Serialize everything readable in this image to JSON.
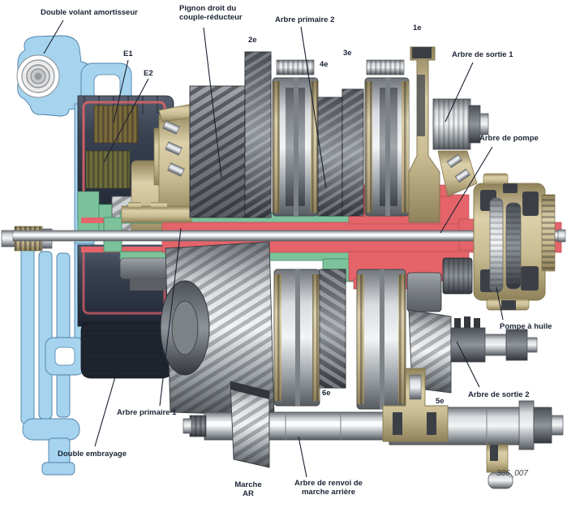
{
  "diagram": {
    "figure_number": "386_007",
    "colors": {
      "label_ink": "#1b2334",
      "housing_blue": "#a6d4ee",
      "housing_blue_stroke": "#4d7fa8",
      "shaft_red": "#e4646a",
      "shaft_red_stroke": "#b54d52",
      "shaft_green": "#7cc29b",
      "shaft_green_stroke": "#3f8663",
      "beige": "#cdbf97",
      "dark_navy": "#2a3140"
    },
    "labels": {
      "double_volant": "Double volant amortisseur",
      "pignon_droit_line1": "Pignon droit du",
      "pignon_droit_line2": "couple-réducteur",
      "arbre_primaire_2": "Arbre primaire 2",
      "e1": "E1",
      "e2": "E2",
      "gear_2e": "2e",
      "gear_4e": "4e",
      "gear_3e": "3e",
      "gear_1e": "1e",
      "arbre_sortie_1": "Arbre de sortie 1",
      "arbre_pompe": "Arbre de pompe",
      "pompe_huile": "Pompe à huile",
      "arbre_sortie_2": "Arbre de sortie 2",
      "gear_5e": "5e",
      "gear_6e": "6e",
      "arbre_primaire_1": "Arbre primaire 1",
      "double_embrayage": "Double embrayage",
      "marche_ar_line1": "Marche",
      "marche_ar_line2": "AR",
      "renvoi_line1": "Arbre de renvoi de",
      "renvoi_line2": "marche arrière"
    }
  }
}
